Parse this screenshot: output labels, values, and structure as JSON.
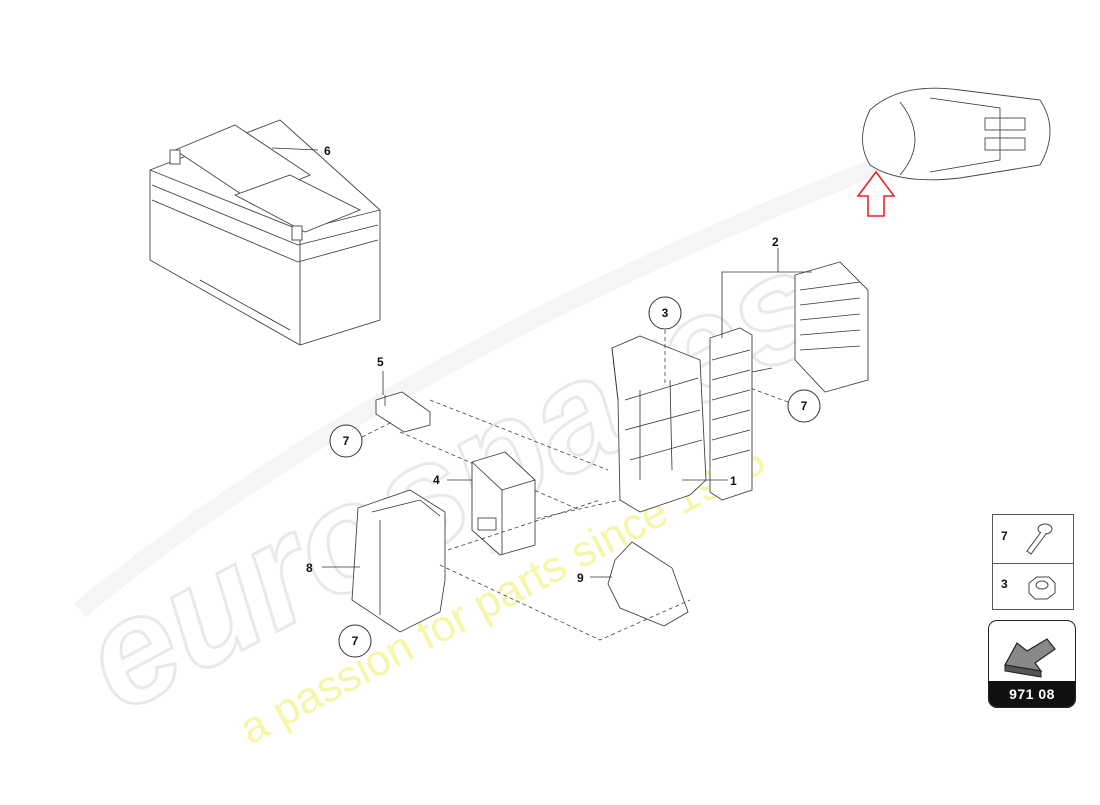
{
  "diagram": {
    "callouts": {
      "part_1": "1",
      "part_2": "2",
      "part_3": "3",
      "part_4": "4",
      "part_5": "5",
      "part_6": "6",
      "part_7a": "7",
      "part_7b": "7",
      "part_7c": "7",
      "part_8": "8",
      "part_9": "9"
    },
    "watermark": {
      "brand": "eurospares",
      "tagline": "a passion for parts since 1985"
    },
    "legend": {
      "rows": [
        {
          "number": "7",
          "icon": "bolt-icon"
        },
        {
          "number": "3",
          "icon": "nut-icon"
        }
      ]
    },
    "group_code": "971 08",
    "colors": {
      "locator_arrow": "#e8262a",
      "watermark_tagline": "#eef060",
      "watermark_brand": "#d8d8d8"
    }
  }
}
